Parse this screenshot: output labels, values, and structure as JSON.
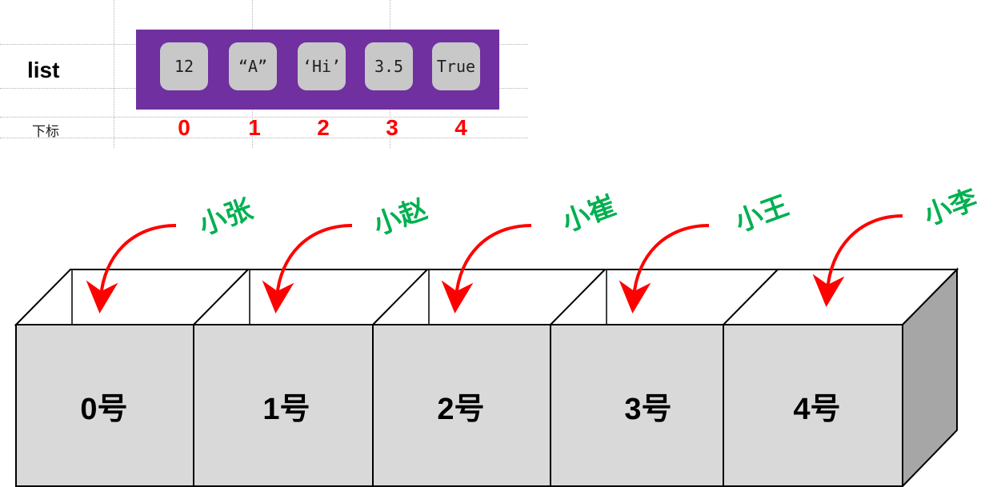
{
  "list_row": {
    "label": "list",
    "index_caption": "下标",
    "elements": [
      "12",
      "“A”",
      "‘Hi’",
      "3.5",
      "True"
    ],
    "indices": [
      "0",
      "1",
      "2",
      "3",
      "4"
    ]
  },
  "boxes": {
    "labels": [
      "0号",
      "1号",
      "2号",
      "3号",
      "4号"
    ],
    "people": [
      "小张",
      "小赵",
      "小崔",
      "小王",
      "小李"
    ]
  },
  "colors": {
    "list_bg": "#7030a0",
    "cell_bg": "#c8c8c8",
    "index": "#ff0000",
    "arrow": "#ff0000",
    "name": "#00b050",
    "box_front": "#d9d9d9",
    "box_side": "#a6a6a6"
  }
}
